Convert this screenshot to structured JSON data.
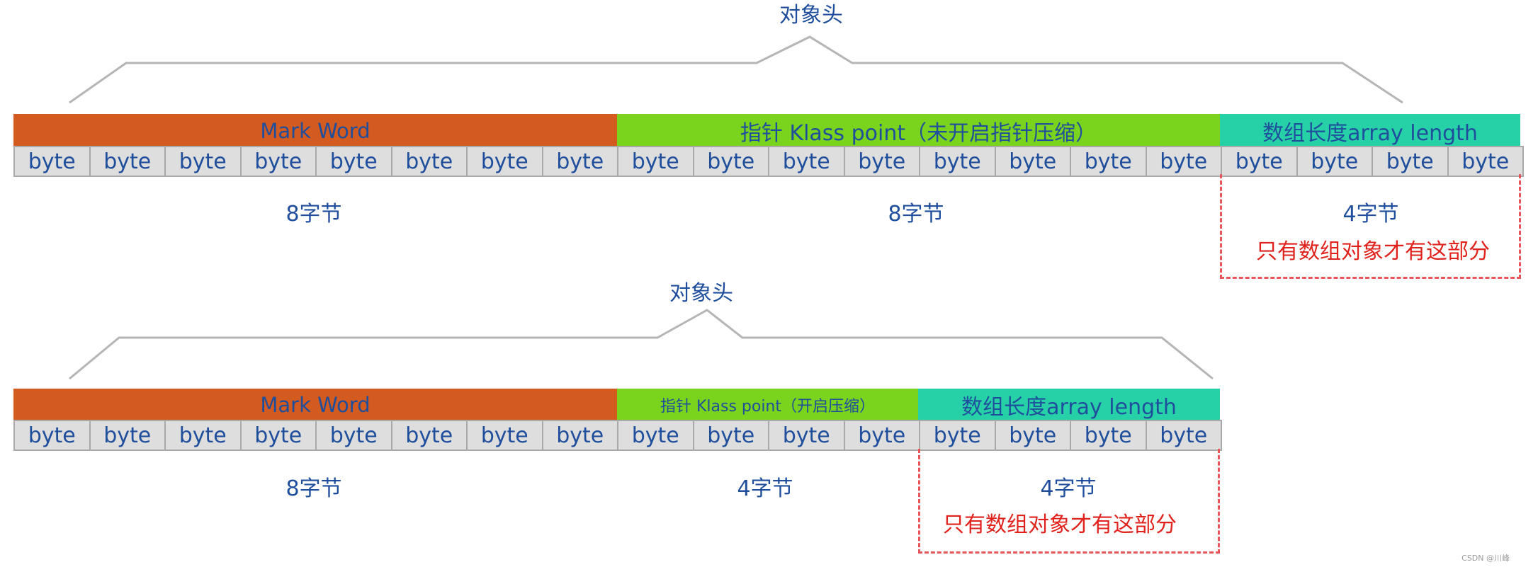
{
  "diagram": {
    "top": {
      "title": "对象头",
      "segments": [
        {
          "label": "Mark Word"
        },
        {
          "label": "指针 Klass point（未开启指针压缩）"
        },
        {
          "label": "数组长度array length"
        }
      ],
      "byte_label": "byte",
      "sizes": [
        "8字节",
        "8字节",
        "4字节"
      ],
      "note": "只有数组对象才有这部分"
    },
    "bottom": {
      "title": "对象头",
      "segments": [
        {
          "label": "Mark Word"
        },
        {
          "label": "指针 Klass point（开启压缩）"
        },
        {
          "label": "数组长度array length"
        }
      ],
      "byte_label": "byte",
      "sizes": [
        "8字节",
        "4字节",
        "4字节"
      ],
      "note": "只有数组对象才有这部分"
    },
    "colors": {
      "mark_word": "#d35b20",
      "klass_point": "#7ad31c",
      "array_length": "#27d1a7",
      "byte_cell": "#dedede",
      "text": "#1f4e9c",
      "note": "#e0211c",
      "dashed_border": "#e8555a"
    },
    "watermark": "CSDN @川峰"
  }
}
